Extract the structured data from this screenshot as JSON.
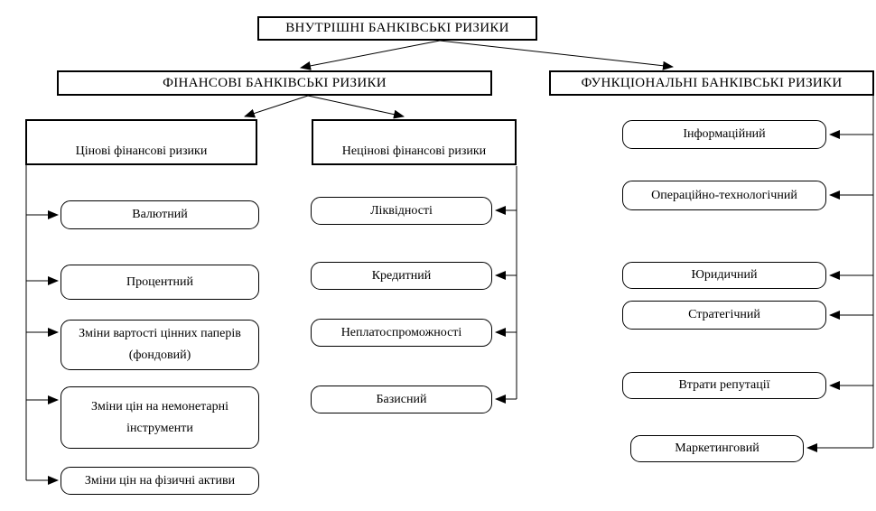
{
  "diagram": {
    "root": "ВНУТРІШНІ БАНКІВСЬКІ РИЗИКИ",
    "financial": {
      "title": "ФІНАНСОВІ БАНКІВСЬКІ РИЗИКИ",
      "price": {
        "title": "Цінові фінансові ризики",
        "items": [
          "Валютний",
          "Процентний",
          "Зміни вартості цінних паперів (фондовий)",
          "Зміни цін на немонетарні інструменти",
          "Зміни цін на фізичні активи"
        ]
      },
      "nonprice": {
        "title": "Нецінові фінансові ризики",
        "items": [
          "Ліквідності",
          "Кредитний",
          "Неплатоспроможності",
          "Базисний"
        ]
      }
    },
    "functional": {
      "title": "ФУНКЦІОНАЛЬНІ БАНКІВСЬКІ РИЗИКИ",
      "items": [
        "Інформаційний",
        "Операційно-технологічний",
        "Юридичний",
        "Стратегічний",
        "Втрати репутації",
        "Маркетинговий"
      ]
    }
  },
  "colors": {
    "ink": "#000000",
    "paper": "#ffffff"
  }
}
